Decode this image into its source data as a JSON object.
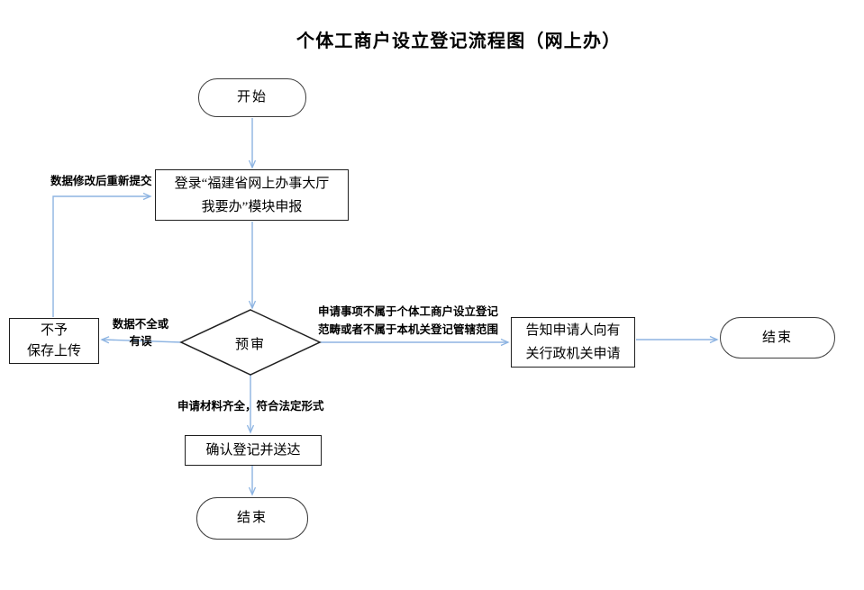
{
  "title": "个体工商户设立登记流程图（网上办）",
  "nodes": {
    "start": {
      "label": "开始"
    },
    "login": {
      "line1": "登录“福建省网上办事大厅",
      "line2": "我要办”模块申报"
    },
    "precheck": {
      "label": "预审"
    },
    "reject": {
      "line1": "不予",
      "line2": "保存上传"
    },
    "inform": {
      "line1": "告知申请人向有",
      "line2": "关行政机关申请"
    },
    "end_right": {
      "label": "结束"
    },
    "confirm": {
      "label": "确认登记并送达"
    },
    "end_bottom": {
      "label": "结束"
    }
  },
  "edge_labels": {
    "resubmit": "数据修改后重新提交",
    "incomplete_line1": "数据不全或",
    "incomplete_line2": "有误",
    "not_in_scope_line1": "申请事项不属于个体工商户设立登记",
    "not_in_scope_line2": "范畴或者不属于本机关登记管辖范围",
    "materials_complete": "申请材料齐全，符合法定形式"
  },
  "colors": {
    "arrow": "#8DB4E2",
    "shape_border": "#1F1F1F",
    "text": "#000000",
    "background": "#FFFFFF"
  }
}
